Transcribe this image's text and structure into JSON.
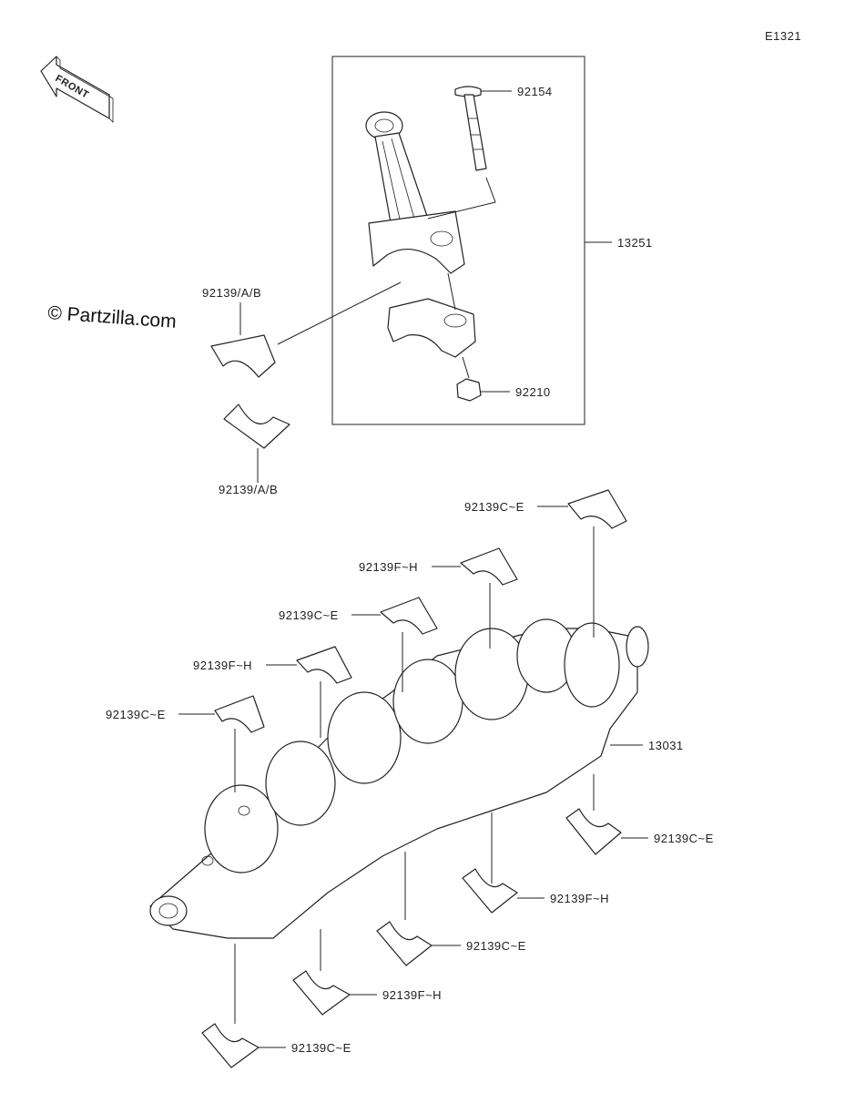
{
  "diagram": {
    "code": "E1321",
    "watermark": "© Partzilla.com",
    "front_label": "FRONT",
    "labels": {
      "bolt": "92154",
      "conrod_assy": "13251",
      "nut": "92210",
      "conrod_bearing_upper": "92139/A/B",
      "conrod_bearing_lower": "92139/A/B",
      "crankshaft": "13031",
      "main_c_1": "92139C~E",
      "main_f_1": "92139F~H",
      "main_c_2": "92139C~E",
      "main_f_2": "92139F~H",
      "main_c_3": "92139C~E",
      "main_c_4": "92139C~E",
      "main_f_3": "92139F~H",
      "main_c_5": "92139C~E",
      "main_f_4": "92139F~H",
      "main_c_6": "92139C~E"
    }
  }
}
